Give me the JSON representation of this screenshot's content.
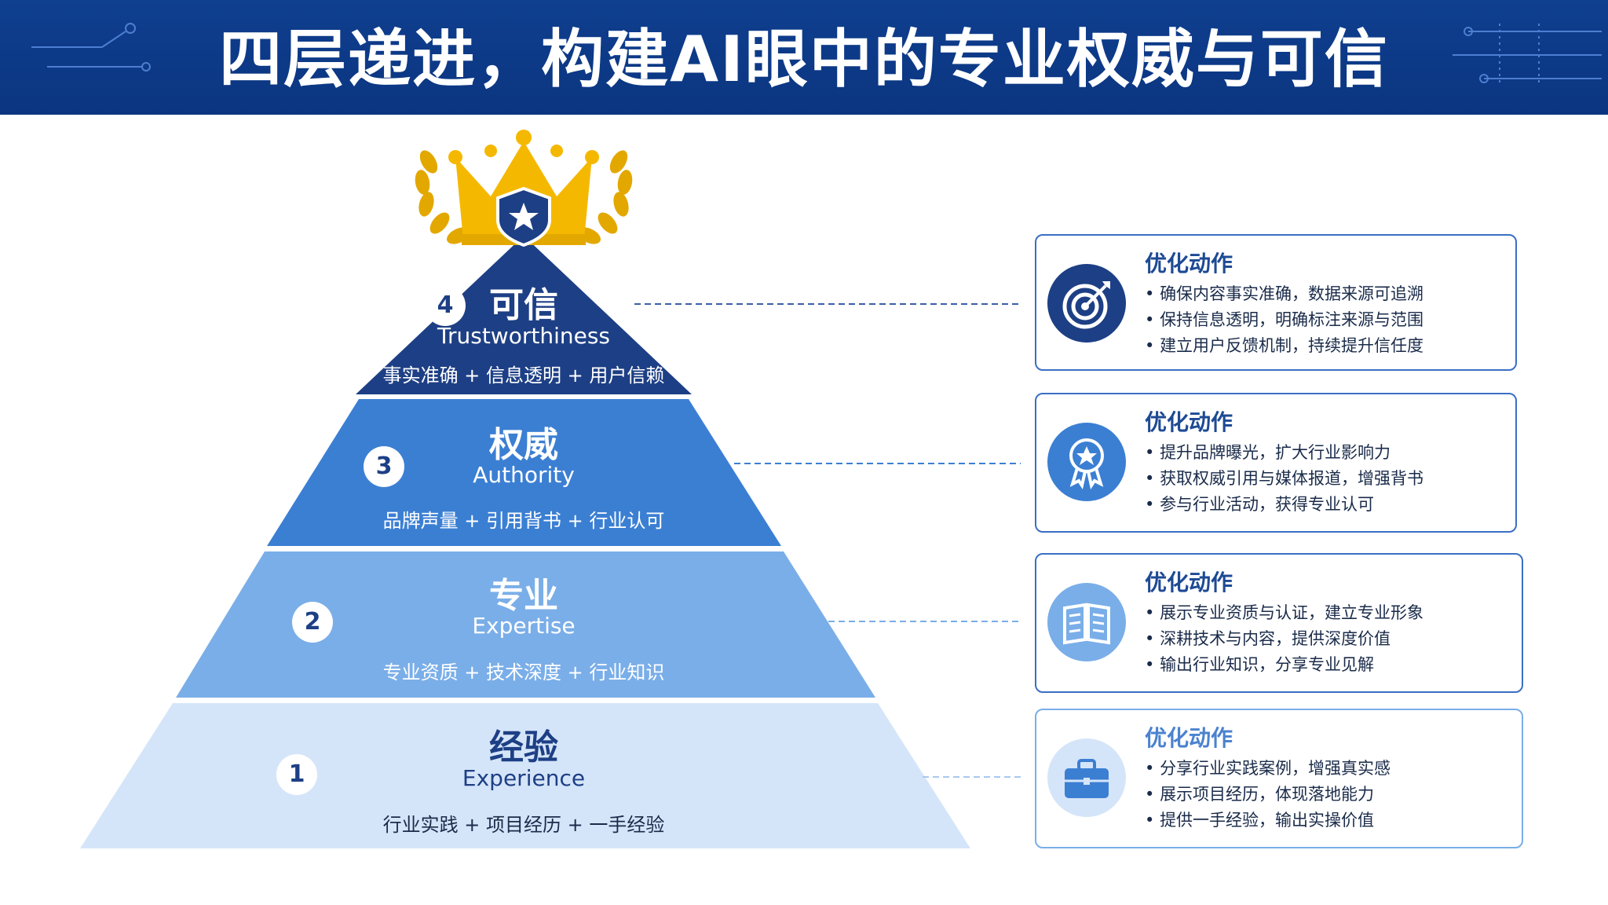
{
  "header": {
    "title": "四层递进，构建AI眼中的专业权威与可信"
  },
  "colors": {
    "banner": "#0f3f8f",
    "tier4": "#1d3f85",
    "tier3": "#3b7fd3",
    "tier2": "#7aaee8",
    "tier1": "#d5e5f9",
    "crown": "#f5b800"
  },
  "pyramid": {
    "tiers": [
      {
        "num": "4",
        "cn": "可信",
        "en": "Trustworthiness",
        "sub": "事实准确 + 信息透明 + 用户信赖"
      },
      {
        "num": "3",
        "cn": "权威",
        "en": "Authority",
        "sub": "品牌声量 + 引用背书 + 行业认可"
      },
      {
        "num": "2",
        "cn": "专业",
        "en": "Expertise",
        "sub": "专业资质 + 技术深度 + 行业知识"
      },
      {
        "num": "1",
        "cn": "经验",
        "en": "Experience",
        "sub": "行业实践 + 项目经历 + 一手经验"
      }
    ]
  },
  "cards": [
    {
      "icon": "target-icon",
      "title": "优化动作",
      "items": [
        "确保内容事实准确，数据来源可追溯",
        "保持信息透明，明确标注来源与范围",
        "建立用户反馈机制，持续提升信任度"
      ]
    },
    {
      "icon": "award-ribbon-icon",
      "title": "优化动作",
      "items": [
        "提升品牌曝光，扩大行业影响力",
        "获取权威引用与媒体报道，增强背书",
        "参与行业活动，获得专业认可"
      ]
    },
    {
      "icon": "book-icon",
      "title": "优化动作",
      "items": [
        "展示专业资质与认证，建立专业形象",
        "深耕技术与内容，提供深度价值",
        "输出行业知识，分享专业见解"
      ]
    },
    {
      "icon": "briefcase-icon",
      "title": "优化动作",
      "items": [
        "分享行业实践案例，增强真实感",
        "展示项目经历，体现落地能力",
        "提供一手经验，输出实操价值"
      ]
    }
  ]
}
